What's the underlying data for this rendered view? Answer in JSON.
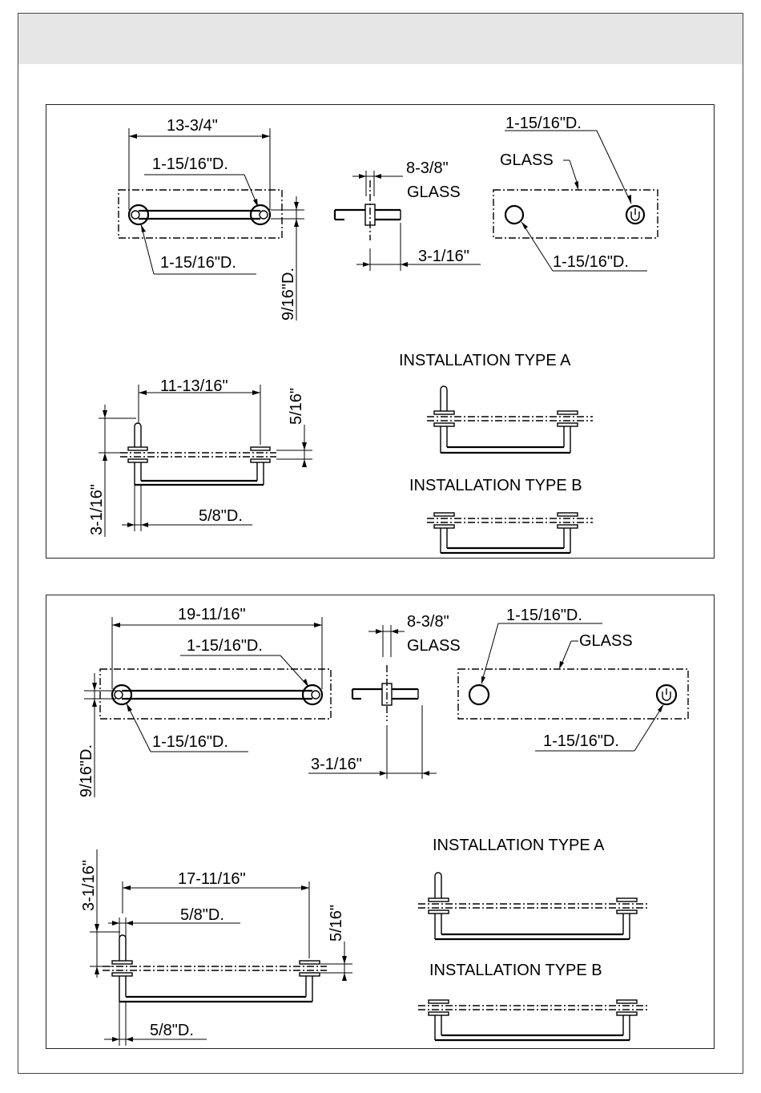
{
  "panel1": {
    "top_view": {
      "overall_width": "13-3/4\"",
      "hole_dia_top": "1-15/16\"D.",
      "hole_dia_bottom": "1-15/16\"D.",
      "bar_dia": "9/16\"D."
    },
    "side_view": {
      "glass_thickness": "8-3/8\"",
      "glass_label": "GLASS",
      "projection": "3-1/16\""
    },
    "glass_view": {
      "hole_dia_top": "1-15/16\"D.",
      "glass_label": "GLASS",
      "hole_dia_bottom": "1-15/16\"D."
    },
    "front_view": {
      "center_width": "11-13/16\"",
      "clearance": "5/16\"",
      "height": "3-1/16\"",
      "post_dia": "5/8\"D."
    },
    "installation_a": "INSTALLATION TYPE A",
    "installation_b": "INSTALLATION TYPE B"
  },
  "panel2": {
    "top_view": {
      "overall_width": "19-11/16\"",
      "hole_dia_top": "1-15/16\"D.",
      "hole_dia_bottom": "1-15/16\"D.",
      "bar_dia": "9/16\"D."
    },
    "side_view": {
      "glass_thickness": "8-3/8\"",
      "glass_label": "GLASS",
      "projection": "3-1/16\""
    },
    "glass_view": {
      "hole_dia_top": "1-15/16\"D.",
      "glass_label": "GLASS",
      "hole_dia_bottom": "1-15/16\"D."
    },
    "front_view": {
      "center_width": "17-11/16\"",
      "height": "3-1/16\"",
      "post_dia_top": "5/8\"D.",
      "clearance": "5/16\"",
      "post_dia_bottom": "5/8\"D."
    },
    "installation_a": "INSTALLATION TYPE A",
    "installation_b": "INSTALLATION TYPE B"
  }
}
